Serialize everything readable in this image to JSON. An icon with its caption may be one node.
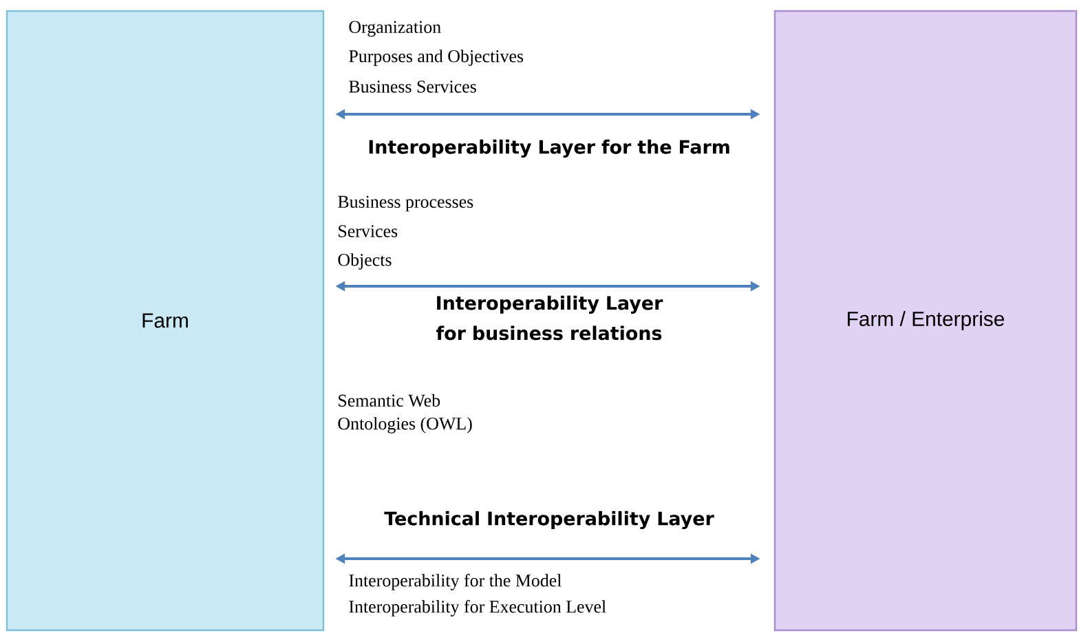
{
  "diagram": {
    "nodes": [
      {
        "text": [
          "Farm"
        ]
      },
      {
        "text": [
          "Farm / Enterprise"
        ]
      }
    ],
    "edges": [
      {
        "from": 0,
        "to": 1,
        "arrow": "both",
        "label": "Interoperability Layer for the Farm"
      },
      {
        "from": 0,
        "to": 1,
        "arrow": "both",
        "label": "Interoperability Layer for business relations"
      },
      {
        "from": 0,
        "to": 1,
        "arrow": "both",
        "label": "Technical Interoperability Layer"
      }
    ],
    "labels": [
      "Organization",
      "Purposes and Objectives",
      "Business Services",
      "Business processes",
      "Services",
      "Objects",
      "Semantic Web",
      "Ontologies (OWL)",
      "Interoperability for the Model",
      "Interoperability for Execution Level"
    ]
  }
}
